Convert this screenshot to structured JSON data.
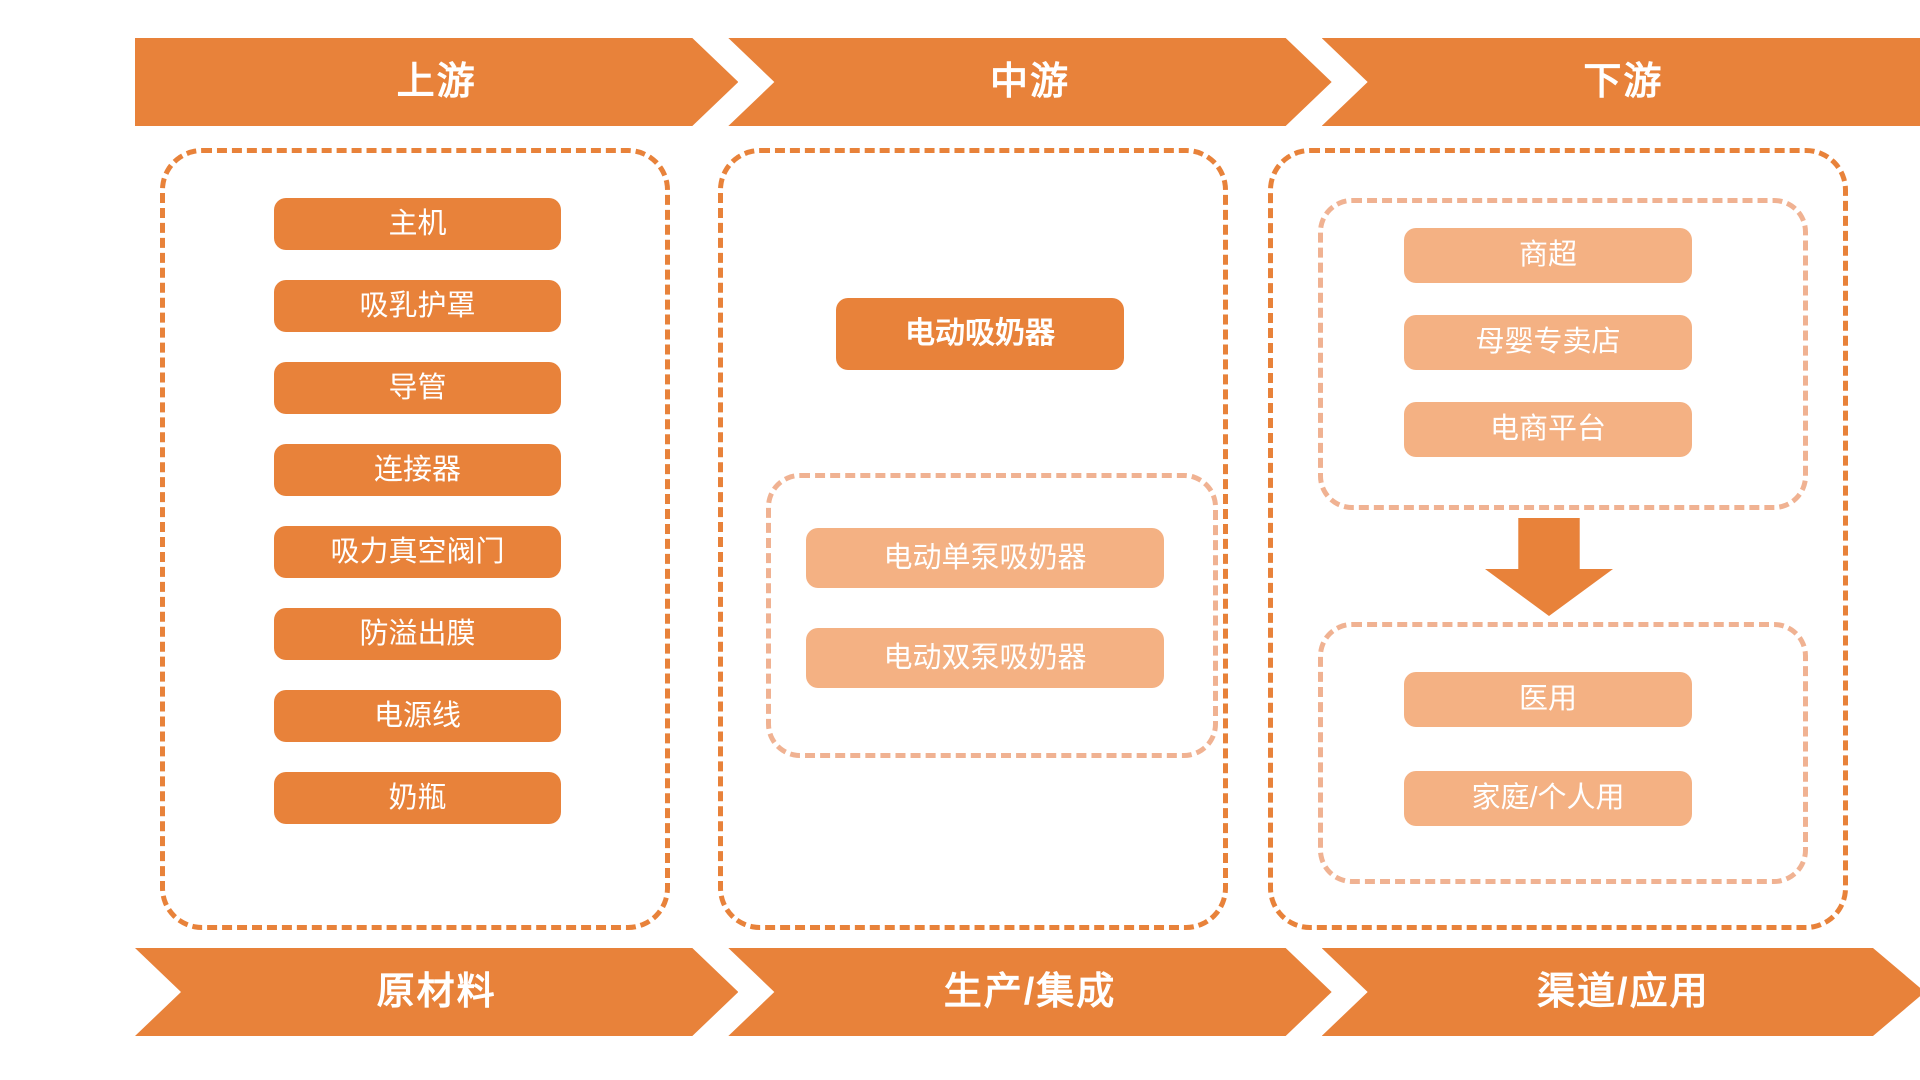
{
  "colors": {
    "primary_orange": "#E8823A",
    "light_orange": "#F4B183",
    "dashed_light": "#F0B292",
    "text_on_fill": "#FFFFFF"
  },
  "top_banner": {
    "segments": [
      {
        "label": "上游"
      },
      {
        "label": "中游"
      },
      {
        "label": "下游"
      }
    ]
  },
  "bottom_banner": {
    "segments": [
      {
        "label": "原材料"
      },
      {
        "label": "生产/集成"
      },
      {
        "label": "渠道/应用"
      }
    ]
  },
  "upstream": {
    "items": [
      {
        "label": "主机"
      },
      {
        "label": "吸乳护罩"
      },
      {
        "label": "导管"
      },
      {
        "label": "连接器"
      },
      {
        "label": "吸力真空阀门"
      },
      {
        "label": "防溢出膜"
      },
      {
        "label": "电源线"
      },
      {
        "label": "奶瓶"
      }
    ]
  },
  "midstream": {
    "main_product": {
      "label": "电动吸奶器"
    },
    "subtypes": [
      {
        "label": "电动单泵吸奶器"
      },
      {
        "label": "电动双泵吸奶器"
      }
    ]
  },
  "downstream": {
    "channels": [
      {
        "label": "商超"
      },
      {
        "label": "母婴专卖店"
      },
      {
        "label": "电商平台"
      }
    ],
    "applications": [
      {
        "label": "医用"
      },
      {
        "label": "家庭/个人用"
      }
    ],
    "arrow": {
      "icon": "arrow-down-icon"
    }
  }
}
